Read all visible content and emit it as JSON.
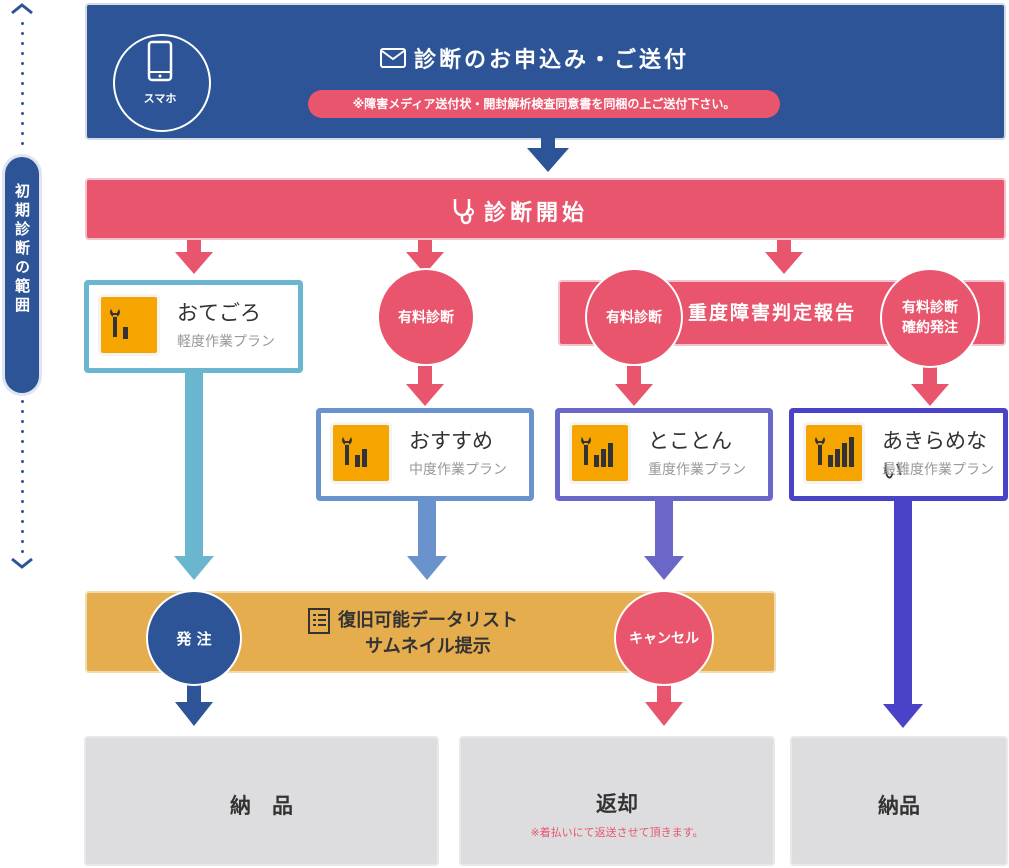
{
  "scope": {
    "label": "初期診断の範囲"
  },
  "apply": {
    "phone_label": "スマホ",
    "title": "診断のお申込み・ご送付",
    "note": "※障害メディア送付状・開封解析検査同意書を同梱の上ご送付下さい。"
  },
  "start": {
    "title": "診断開始"
  },
  "paid_diagnosis_1": "有料診断",
  "paid_diagnosis_2": "有料診断",
  "report": {
    "title": "重度障害判定報告",
    "confirm_line1": "有料診断",
    "confirm_line2": "確約発注"
  },
  "plans": [
    {
      "name": "おてごろ",
      "sub": "軽度作業プラン",
      "level": 1,
      "color": "#6ab6cf"
    },
    {
      "name": "おすすめ",
      "sub": "中度作業プラン",
      "level": 2,
      "color": "#6a93cd"
    },
    {
      "name": "とことん",
      "sub": "重度作業プラン",
      "level": 3,
      "color": "#6b67c8"
    },
    {
      "name": "あきらめない",
      "sub": "最難度作業プラン",
      "level": 4,
      "color": "#4a43c8"
    }
  ],
  "data_list": {
    "line1": "復旧可能データリスト",
    "line2": "サムネイル提示"
  },
  "order": "発 注",
  "cancel": "キャンセル",
  "finals": [
    {
      "label": "納　品",
      "note": ""
    },
    {
      "label": "返却",
      "note": "※着払いにて返送させて頂きます。"
    },
    {
      "label": "納品",
      "note": ""
    }
  ],
  "colors": {
    "navy": "#2d5496",
    "red": "#e8556c",
    "gold": "#e6ad4f",
    "orange": "#f6a400",
    "gray": "#dddde0"
  }
}
